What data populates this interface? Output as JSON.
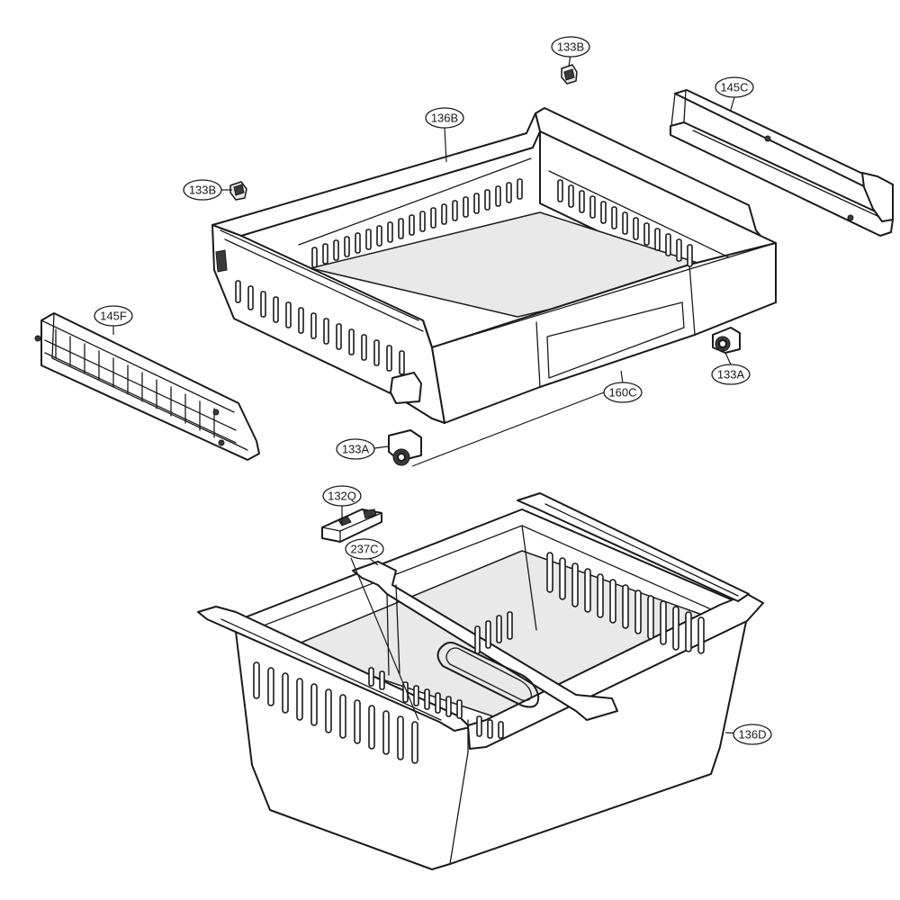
{
  "callouts": [
    {
      "id": "c133B-top",
      "label": "133B"
    },
    {
      "id": "c145C",
      "label": "145C"
    },
    {
      "id": "c136B",
      "label": "136B"
    },
    {
      "id": "c133B-left",
      "label": "133B"
    },
    {
      "id": "c145F",
      "label": "145F"
    },
    {
      "id": "c133A-right",
      "label": "133A"
    },
    {
      "id": "c160C",
      "label": "160C"
    },
    {
      "id": "c133A-bottom",
      "label": "133A"
    },
    {
      "id": "c132Q",
      "label": "132Q"
    },
    {
      "id": "c237C",
      "label": "237C"
    },
    {
      "id": "c136D",
      "label": "136D"
    }
  ]
}
